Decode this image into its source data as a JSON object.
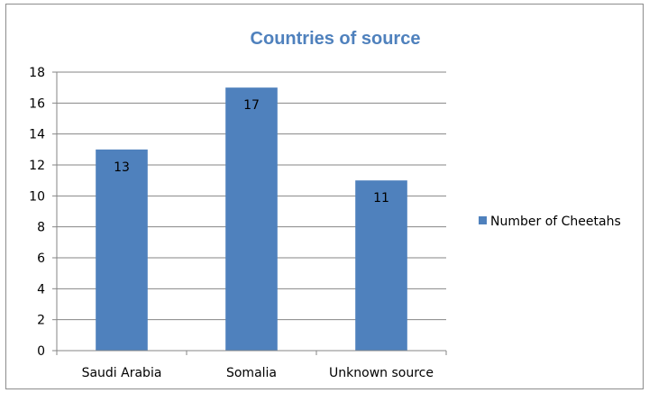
{
  "chart_data": {
    "type": "bar",
    "title": "Countries of source",
    "categories": [
      "Saudi Arabia",
      "Somalia",
      "Unknown source"
    ],
    "series": [
      {
        "name": "Number of Cheetahs",
        "values": [
          13,
          17,
          11
        ],
        "color": "#4f81bd"
      }
    ],
    "xlabel": "",
    "ylabel": "",
    "ylim": [
      0,
      18
    ],
    "yticks": [
      0,
      2,
      4,
      6,
      8,
      10,
      12,
      14,
      16,
      18
    ],
    "grid": true,
    "legend_position": "right",
    "data_labels": true
  },
  "colors": {
    "title": "#4f81bd",
    "grid": "#868686",
    "bar": "#4f81bd"
  }
}
